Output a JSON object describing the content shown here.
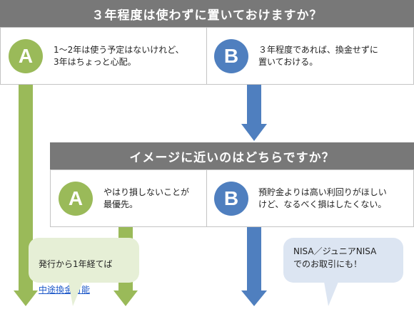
{
  "question1": {
    "title": "３年程度は使わずに置いておけますか？",
    "option_a": {
      "letter": "A",
      "text": "1～2年は使う予定はないけれど、\n3年はちょっと心配。"
    },
    "option_b": {
      "letter": "B",
      "text": "３年程度であれば、換金せずに\n置いておける。"
    }
  },
  "question2": {
    "title": "イメージに近いのはどちらですか？",
    "option_a": {
      "letter": "A",
      "text": "やはり損しないことが\n最優先。"
    },
    "option_b": {
      "letter": "B",
      "text": "預貯金よりは高い利回りがほしい\nけど、なるべく損はしたくない。"
    }
  },
  "bubble_left": {
    "line1": "発行から1年経てば",
    "link": "中途換金可能"
  },
  "bubble_right": {
    "text": "NISA／ジュニアNISA\nでのお取引にも！"
  },
  "colors": {
    "title_bar": "#787878",
    "option_a": "#9aba59",
    "option_b": "#4f7fbf",
    "bubble_left_bg": "#e6efd6",
    "bubble_right_bg": "#dce5f2",
    "link": "#1a56c8"
  }
}
